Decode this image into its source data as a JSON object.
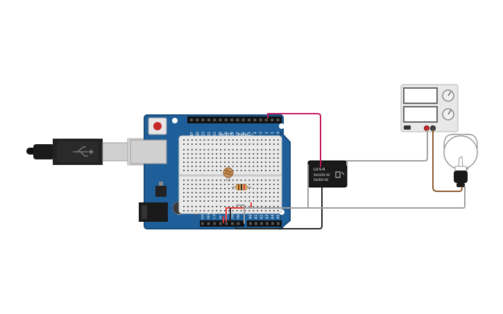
{
  "arduino": {
    "digital_label": "DIGITAL (PWM~)",
    "digital_pins": [
      "AREF",
      "GND",
      "13",
      "12",
      "~11",
      "~10",
      "~9",
      "8",
      "7",
      "~6",
      "~5",
      "4",
      "~3",
      "2",
      "TX 1",
      "RX 0"
    ],
    "power_pins": [
      "IOREF",
      "RESET",
      "3.3V",
      "5V",
      "GND",
      "GND",
      "VIN"
    ],
    "analog_pins": [
      "A0",
      "A1",
      "A2",
      "A3",
      "A4",
      "A5"
    ]
  },
  "relay": {
    "line1": "LU-5-R",
    "line2": "5A/125V AC",
    "line3": "5A/30V DC"
  },
  "colors": {
    "board": "#1f5f99",
    "board_edge": "#164a7a",
    "breadboard": "#e9e9e9",
    "wire_pink": "#c2185b",
    "wire_gray": "#9e9e9e",
    "wire_black": "#222222",
    "wire_brown": "#8d5a2b",
    "wire_red": "#e53935"
  },
  "icons": {
    "usb": "usb-plug-icon",
    "bulb": "light-bulb-icon",
    "power_supply": "power-supply-icon"
  }
}
